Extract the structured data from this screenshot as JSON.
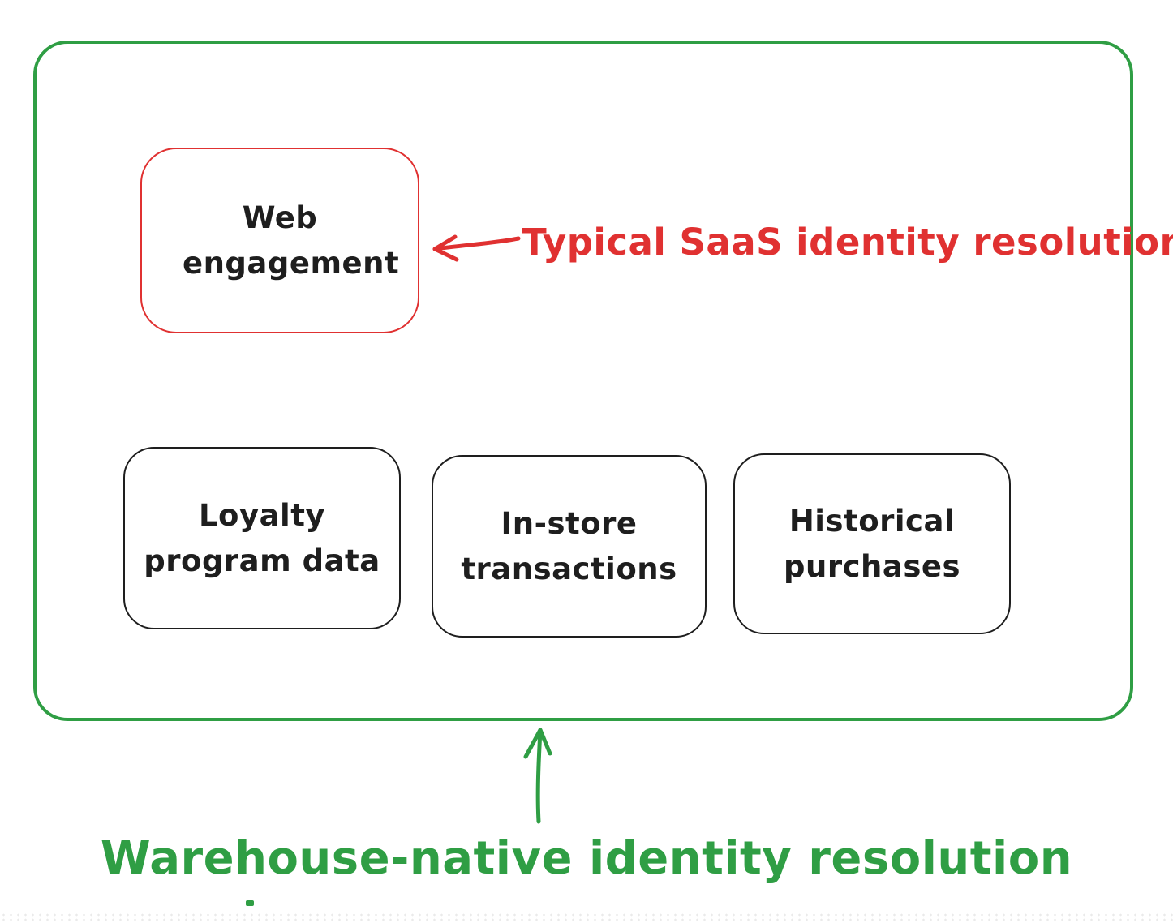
{
  "colors": {
    "green": "#2f9e44",
    "red": "#e03131",
    "ink": "#1e1e1e",
    "texture": "#dcdcdc"
  },
  "boxes": {
    "web_engagement": {
      "label": "Web engagement"
    },
    "loyalty": {
      "label": "Loyalty program data"
    },
    "in_store": {
      "label": "In-store transactions"
    },
    "historical": {
      "label": "Historical purchases"
    }
  },
  "annotations": {
    "saas": {
      "label": "Typical SaaS identity resolution",
      "color": "#e03131"
    },
    "warehouse": {
      "label": "Warehouse-native identity resolution",
      "color": "#2f9e44"
    }
  },
  "icons": {
    "left_arrow": "left-arrow-icon",
    "up_arrow": "up-arrow-icon"
  }
}
